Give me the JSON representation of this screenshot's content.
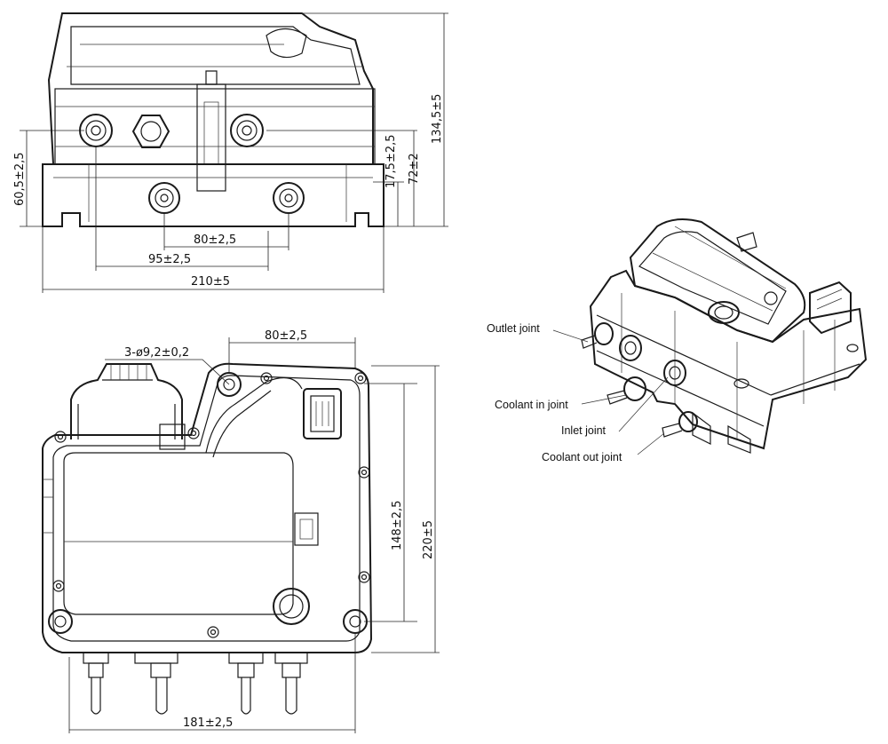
{
  "front_view": {
    "dim_height_60": "60,5±2,5",
    "dim_height_17": "17,5±2,5",
    "dim_height_72": "72±2",
    "dim_height_134": "134,5±5",
    "dim_width_80": "80±2,5",
    "dim_width_95": "95±2,5",
    "dim_width_210": "210±5"
  },
  "top_view": {
    "dim_holes": "3-ø9,2±0,2",
    "dim_top_80": "80±2,5",
    "dim_148": "148±2,5",
    "dim_220": "220±5",
    "dim_181": "181±2,5"
  },
  "iso_view": {
    "callouts": {
      "outlet": "Outlet  joint",
      "coolant_in": "Coolant in joint",
      "inlet": "Inlet  joint",
      "coolant_out": "Coolant out joint"
    }
  }
}
